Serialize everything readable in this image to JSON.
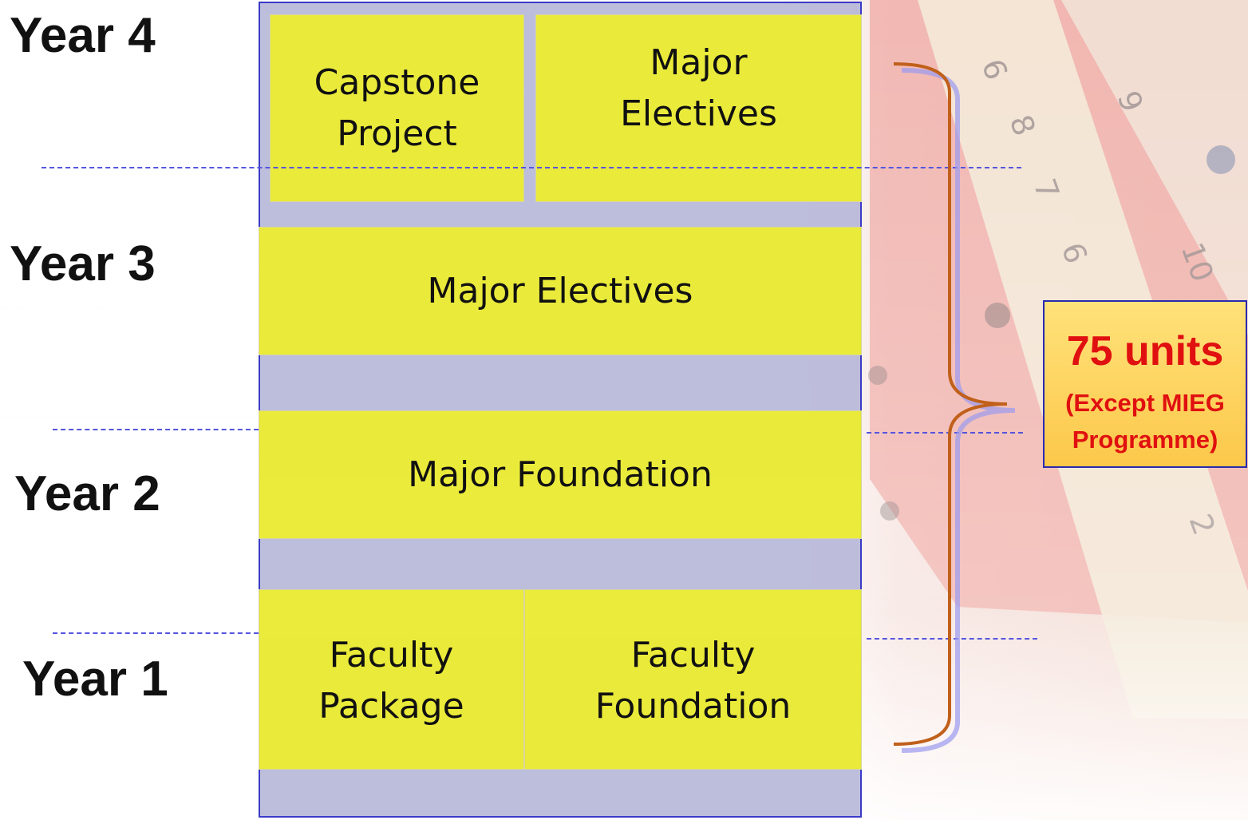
{
  "years": {
    "year4": "Year 4",
    "year3": "Year 3",
    "year2": "Year 2",
    "year1": "Year 1"
  },
  "blocks": {
    "capstone": [
      "Capstone",
      "Project"
    ],
    "major_electives_y4": [
      "Major",
      "Electives"
    ],
    "major_electives_y3": "Major Electives",
    "major_foundation": "Major Foundation",
    "faculty_package": [
      "Faculty",
      "Package"
    ],
    "faculty_foundation": [
      "Faculty",
      "Foundation"
    ]
  },
  "units": {
    "main": "75 units",
    "note_line1": "(Except MIEG",
    "note_line2": "Programme)"
  },
  "colors": {
    "block_fill": "#ecec34",
    "panel_fill": "#b4b4d7",
    "brace": "#c0601a",
    "units_text": "#e01010"
  }
}
